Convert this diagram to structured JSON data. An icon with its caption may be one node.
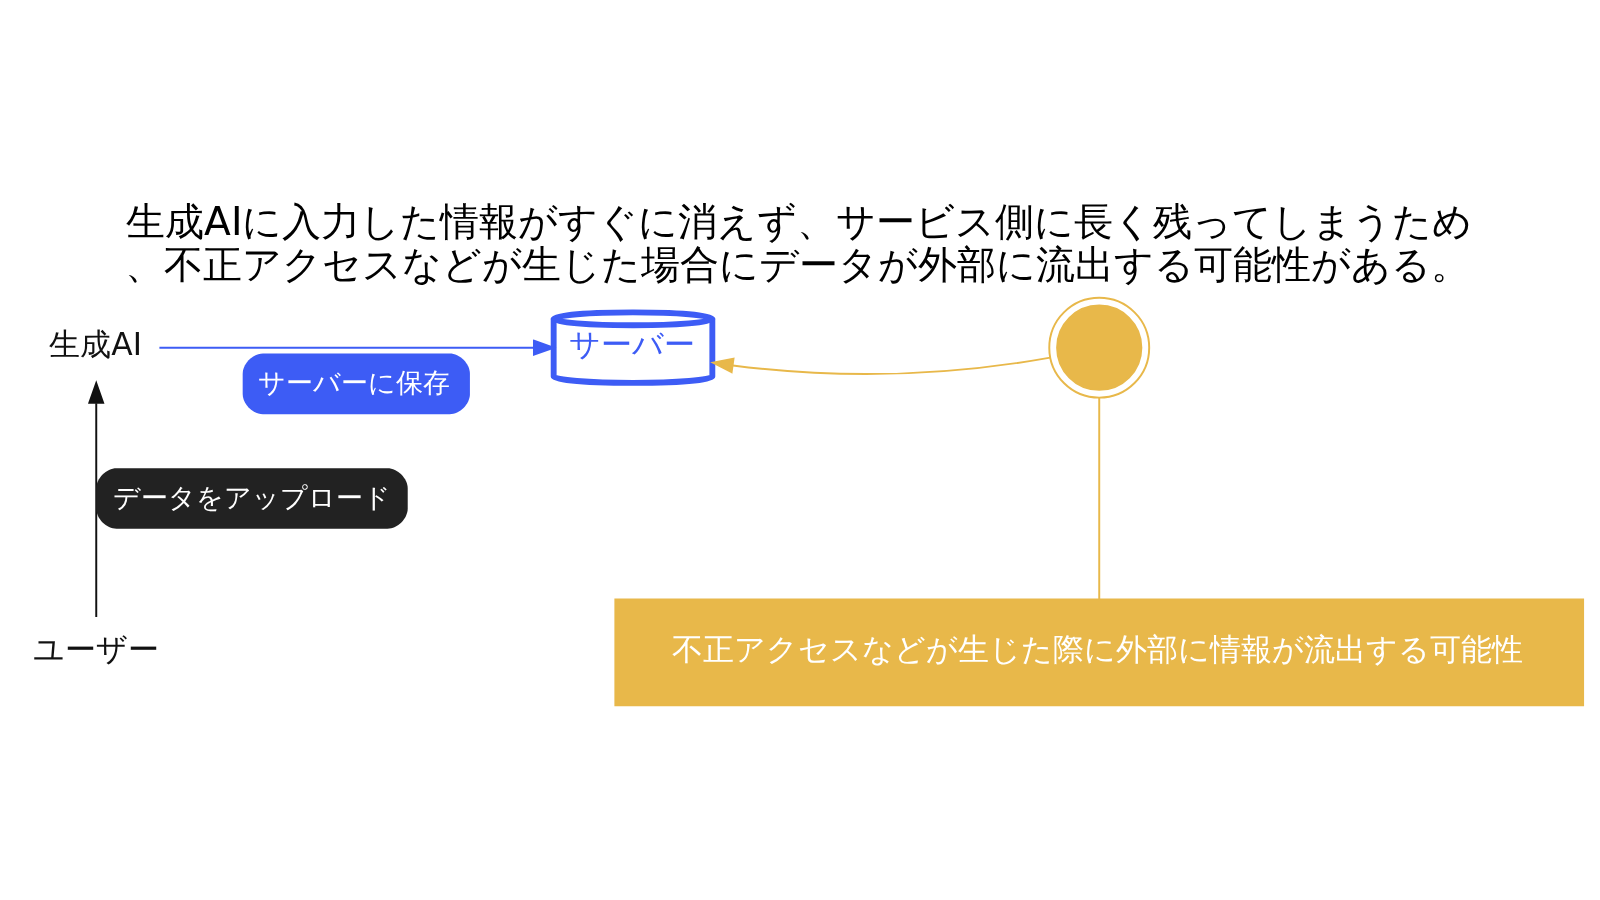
{
  "diagram": {
    "title": "生成AIに入力した情報がすぐに消えず、サービス側に長く残ってしまうため、不正アクセスなどが生じた場合にデータが外部に流出する可能性がある。",
    "nodes": [
      {
        "text": [
          "生成AI"
        ]
      },
      {
        "text": [
          "サーバー"
        ]
      },
      {
        "text": [],
        "shape": "virus"
      },
      {
        "text": [
          "不正アクセスなどが生じた際に外部に情報が流出する可能性"
        ]
      },
      {
        "text": [
          "ユーザー"
        ]
      }
    ],
    "edges": [
      {
        "from": 0,
        "to": 1,
        "arrow": "to",
        "label": "サーバーに保存",
        "color": "#3d5cf5"
      },
      {
        "from": 2,
        "to": 1,
        "arrow": "to",
        "color": "#e8b84a"
      },
      {
        "from": 3,
        "to": 2,
        "arrow": "none",
        "color": "#e8b84a"
      },
      {
        "from": 4,
        "to": 0,
        "arrow": "to",
        "label": "データをアップロード",
        "color": "#111111"
      }
    ]
  }
}
